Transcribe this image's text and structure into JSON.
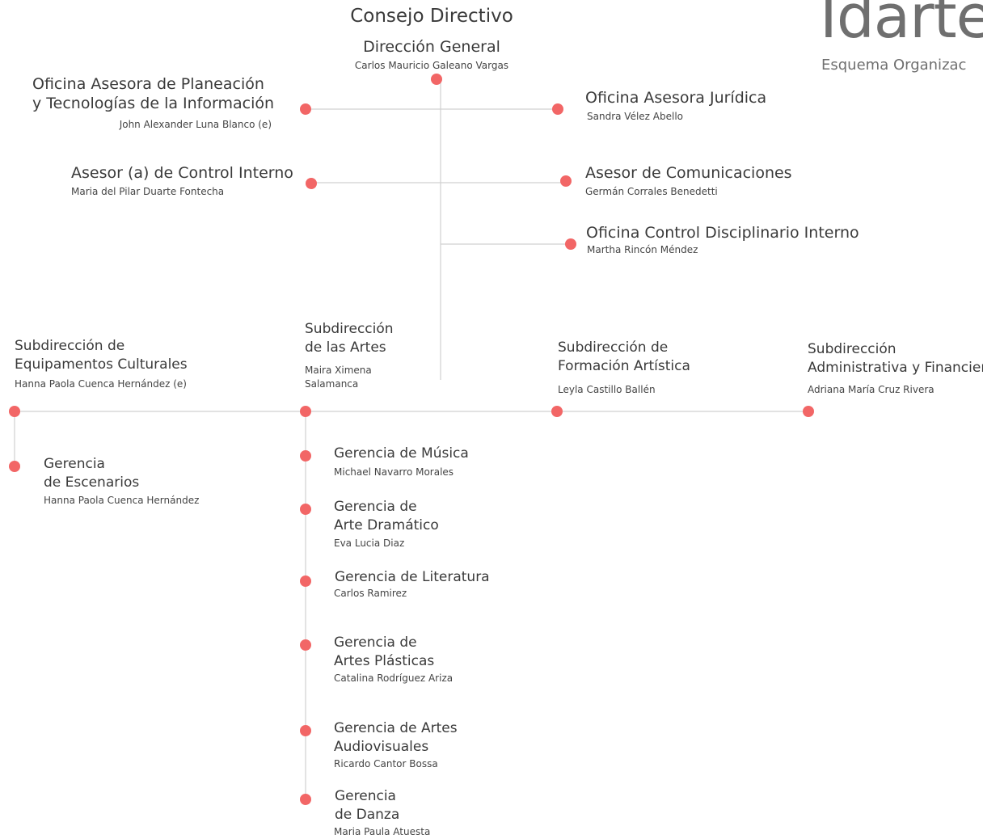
{
  "logo": {
    "word": "Idarte",
    "subtitle": "Esquema Organizac"
  },
  "colors": {
    "node": "#f26666",
    "line": "#d0d0d0",
    "text": "#3a3a3a"
  },
  "consejo": {
    "title": "Consejo Directivo"
  },
  "direccion": {
    "title": "Dirección General",
    "name": "Carlos Mauricio Galeano Vargas"
  },
  "oficina_planeacion": {
    "title_1": "Oficina Asesora de Planeación",
    "title_2": "y Tecnologías de la Información",
    "name": "John Alexander Luna Blanco (e)"
  },
  "oficina_juridica": {
    "title": "Oficina Asesora Jurídica",
    "name": "Sandra Vélez Abello"
  },
  "control_interno": {
    "title": "Asesor (a) de Control Interno",
    "name": "Maria del Pilar Duarte Fontecha"
  },
  "comunicaciones": {
    "title": "Asesor de Comunicaciones",
    "name": "Germán Corrales Benedetti"
  },
  "disciplinario": {
    "title": "Oficina Control Disciplinario Interno",
    "name": "Martha Rincón Méndez"
  },
  "sub_equipamientos": {
    "title_1": "Subdirección de",
    "title_2": "Equipamentos Culturales",
    "name": "Hanna Paola Cuenca Hernández (e)"
  },
  "sub_artes": {
    "title_1": "Subdirección",
    "title_2": "de las Artes",
    "name_1": "Maira Ximena",
    "name_2": "Salamanca"
  },
  "sub_formacion": {
    "title_1": "Subdirección de",
    "title_2": "Formación Artística",
    "name": "Leyla Castillo Ballén"
  },
  "sub_administrativa": {
    "title_1": "Subdirección",
    "title_2": "Administrativa y Financiera",
    "name": "Adriana María Cruz Rivera"
  },
  "gerencia_escenarios": {
    "title_1": "Gerencia",
    "title_2": "de Escenarios",
    "name": "Hanna Paola Cuenca Hernández"
  },
  "gerencia_musica": {
    "title": "Gerencia de Música",
    "name": "Michael Navarro Morales"
  },
  "gerencia_dramatico": {
    "title_1": "Gerencia de",
    "title_2": "Arte Dramático",
    "name": "Eva Lucia Diaz"
  },
  "gerencia_literatura": {
    "title": "Gerencia de Literatura",
    "name": "Carlos Ramirez"
  },
  "gerencia_plasticas": {
    "title_1": "Gerencia de",
    "title_2": "Artes Plásticas",
    "name": "Catalina Rodríguez Ariza"
  },
  "gerencia_audiovisuales": {
    "title_1": "Gerencia de Artes",
    "title_2": "Audiovisuales",
    "name": "Ricardo Cantor Bossa"
  },
  "gerencia_danza": {
    "title_1": "Gerencia",
    "title_2": "de Danza",
    "name": "Maria Paula Atuesta"
  }
}
